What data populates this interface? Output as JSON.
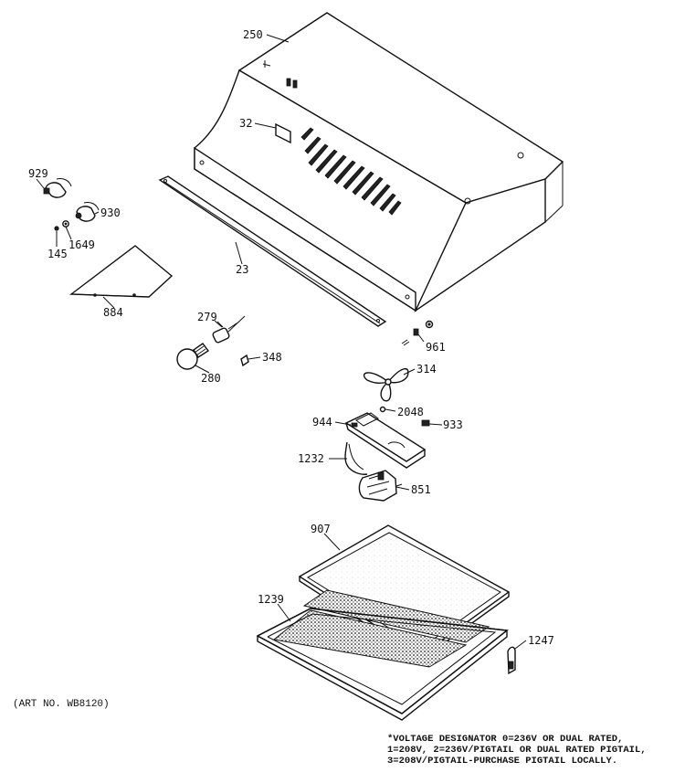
{
  "art_number": "(ART NO. WB8120)",
  "footnote": [
    "*VOLTAGE DESIGNATOR 0=236V OR DUAL RATED,",
    "1=208V, 2=236V/PIGTAIL OR DUAL RATED PIGTAIL,",
    "3=208V/PIGTAIL-PURCHASE PIGTAIL LOCALLY."
  ],
  "parts": {
    "p250": "250",
    "p32": "32",
    "p929": "929",
    "p930": "930",
    "p145": "145",
    "p1649": "1649",
    "p23": "23",
    "p884": "884",
    "p279": "279",
    "p280": "280",
    "p348": "348",
    "p961": "961",
    "p314": "314",
    "p2048": "2048",
    "p944": "944",
    "p933": "933",
    "p1232": "1232",
    "p851": "851",
    "p907": "907",
    "p1239": "1239",
    "p1247": "1247"
  }
}
